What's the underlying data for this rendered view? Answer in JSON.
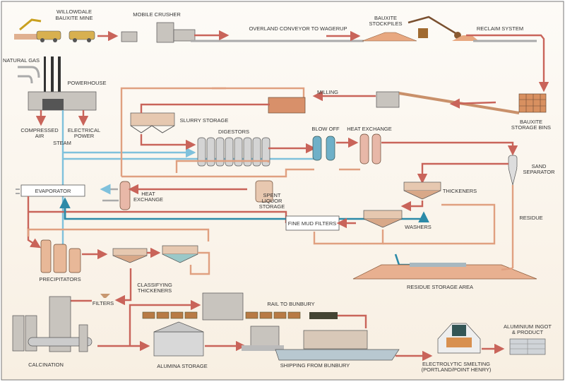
{
  "labels": {
    "mine": [
      "WILLOWDALE",
      "BAUXITE MINE"
    ],
    "crusher": "MOBILE CRUSHER",
    "conveyor": "OVERLAND CONVEYOR TO WAGERUP",
    "stockpiles": [
      "BAUXITE",
      "STOCKPILES"
    ],
    "reclaim": "RECLAIM SYSTEM",
    "natural_gas": "NATURAL GAS",
    "powerhouse": "POWERHOUSE",
    "milling": "MILLING",
    "storage_bins": [
      "BAUXITE",
      "STORAGE BINS"
    ],
    "compressed_air": [
      "COMPRESSED",
      "AIR"
    ],
    "electrical_power": [
      "ELECTRICAL",
      "POWER"
    ],
    "steam": "STEAM",
    "slurry_storage": "SLURRY STORAGE",
    "digestors": "DIGESTORS",
    "blow_off": "BLOW OFF",
    "heat_exchange_top": "HEAT EXCHANGE",
    "sand_separator": [
      "SAND",
      "SEPARATOR"
    ],
    "evaporator": "EVAPORATOR",
    "heat_exchange_mid": [
      "HEAT",
      "EXCHANGE"
    ],
    "spent_liquor": [
      "SPENT",
      "LIQUOR",
      "STORAGE"
    ],
    "thickeners": "THICKENERS",
    "fine_mud_filters": "FINE MUD FILTERS",
    "washers": "WASHERS",
    "residue": "RESIDUE",
    "precipitators": "PRECIPITATORS",
    "classifying_thickeners": [
      "CLASSIFYING",
      "THICKENERS"
    ],
    "residue_storage": "RESIDUE STORAGE AREA",
    "filters": "FILTERS",
    "rail": "RAIL TO BUNBURY",
    "ingot": [
      "ALUMINIUM INGOT",
      "& PRODUCT"
    ],
    "calcination": "CALCINATION",
    "alumina_storage": "ALUMINA STORAGE",
    "shipping": "SHIPPING FROM BUNBURY",
    "smelting": [
      "ELECTROLYTIC SMELTING",
      "(PORTLAND/POINT HENRY)"
    ]
  },
  "colors": {
    "background": "#fbf6ee",
    "process_flow": "#c9645a",
    "steam": "#7fc1dc",
    "liquor_return": "#2c8aa8",
    "bauxite": "#e0a080"
  }
}
